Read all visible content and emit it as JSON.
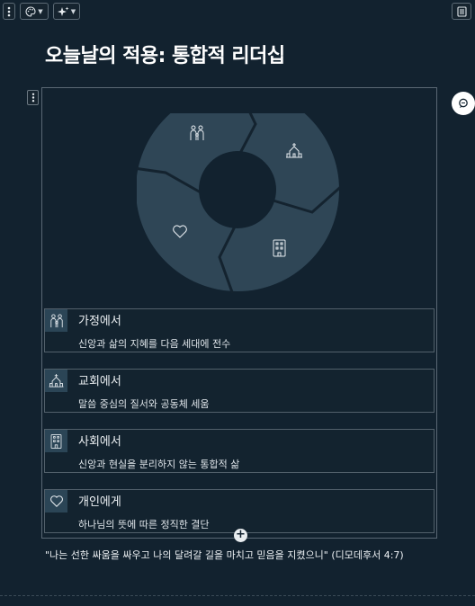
{
  "toolbar": {
    "more_icon": "vertical-dots-icon",
    "theme_icon": "palette-icon",
    "ai_icon": "sparkles-icon",
    "notes_icon": "notes-icon"
  },
  "slide": {
    "title": "오늘날의 적용: 통합적 리더십",
    "cards": [
      {
        "icon": "family-icon",
        "title": "가정에서",
        "desc": "신앙과 삶의 지혜를 다음 세대에 전수"
      },
      {
        "icon": "church-icon",
        "title": "교회에서",
        "desc": "말씀 중심의 질서와 공동체 세움"
      },
      {
        "icon": "building-icon",
        "title": "사회에서",
        "desc": "신앙과 현실을 분리하지 않는 통합적 삶"
      },
      {
        "icon": "heart-icon",
        "title": "개인에게",
        "desc": "하나님의 뜻에 따른 정직한 결단"
      }
    ],
    "quote": "\"나는 선한 싸움을 싸우고 나의 달려갈 길을 마치고 믿음을 지켰으니\" (디모데후서 4:7)"
  },
  "colors": {
    "background": "#12222f",
    "ring_segment": "#2f4656",
    "icon_box": "#2b4556",
    "border": "#5a6874"
  }
}
